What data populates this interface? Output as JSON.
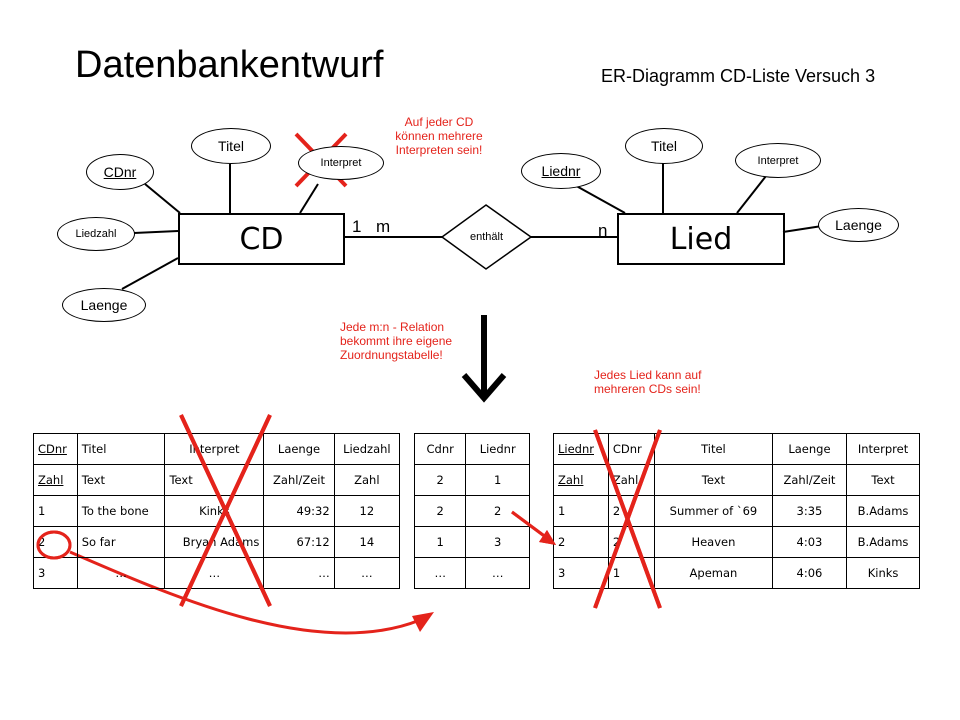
{
  "header": {
    "title": "Datenbankentwurf",
    "subtitle": "ER-Diagramm  CD-Liste Versuch 3"
  },
  "er": {
    "cd_entity": "CD",
    "lied_entity": "Lied",
    "relation": "enthält",
    "card_one": "1",
    "card_m": "m",
    "card_n": "n",
    "cd_attrs": {
      "titel": "Titel",
      "interpret": "Interpret",
      "cdnr": "CDnr",
      "liedzahl": "Liedzahl",
      "laenge": "Laenge"
    },
    "lied_attrs": {
      "titel": "Titel",
      "interpret": "Interpret",
      "liednr": "Liednr",
      "laenge": "Laenge"
    }
  },
  "notes": {
    "interpreten": "Auf jeder CD\nkönnen mehrere\nInterpreten sein!",
    "mn": "Jede m:n - Relation\nbekommt ihre eigene\nZuordnungstabelle!",
    "lied": "Jedes Lied kann auf\nmehreren CDs sein!"
  },
  "tables": {
    "cd": {
      "headers": [
        "CDnr",
        "Titel",
        "Interpret",
        "Laenge",
        "Liedzahl"
      ],
      "types": [
        "Zahl",
        "Text",
        "Text",
        "Zahl/Zeit",
        "Zahl"
      ],
      "rows": [
        [
          "1",
          "To the bone",
          "Kinks",
          "49:32",
          "12"
        ],
        [
          "2",
          "So far",
          "Bryan Adams",
          "67:12",
          "14"
        ],
        [
          "3",
          "…",
          "…",
          "…",
          "…"
        ]
      ]
    },
    "link": {
      "headers": [
        "Cdnr",
        "Liednr"
      ],
      "rows": [
        [
          "2",
          "1"
        ],
        [
          "2",
          "2"
        ],
        [
          "1",
          "3"
        ],
        [
          "…",
          "…"
        ]
      ]
    },
    "lied": {
      "headers": [
        "Liednr",
        "CDnr",
        "Titel",
        "Laenge",
        "Interpret"
      ],
      "types": [
        "Zahl",
        "Zahl",
        "Text",
        "Zahl/Zeit",
        "Text"
      ],
      "rows": [
        [
          "1",
          "2",
          "Summer of `69",
          "3:35",
          "B.Adams"
        ],
        [
          "2",
          "2",
          "Heaven",
          "4:03",
          "B.Adams"
        ],
        [
          "3",
          "1",
          "Apeman",
          "4:06",
          "Kinks"
        ]
      ]
    }
  },
  "colors": {
    "accent": "#e4231b"
  }
}
